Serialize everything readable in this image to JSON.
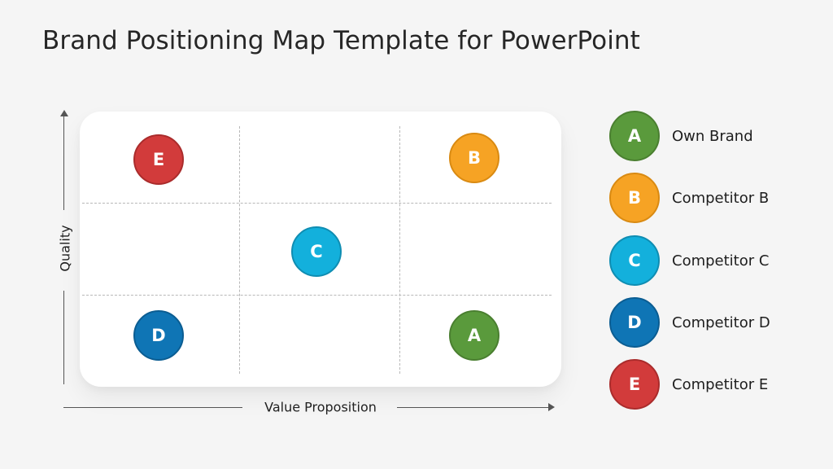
{
  "title": "Brand Positioning Map Template for PowerPoint",
  "axes": {
    "x_label": "Value Proposition",
    "y_label": "Quality"
  },
  "brands": [
    {
      "letter": "A",
      "name": "Own Brand",
      "color": "#5a9a3c",
      "border": "#4a7f30",
      "grid_col": 3,
      "grid_row": 3
    },
    {
      "letter": "B",
      "name": "Competitor B",
      "color": "#f6a324",
      "border": "#d98a12",
      "grid_col": 3,
      "grid_row": 1
    },
    {
      "letter": "C",
      "name": "Competitor C",
      "color": "#13b0dc",
      "border": "#0f8db2",
      "grid_col": 2,
      "grid_row": 2
    },
    {
      "letter": "D",
      "name": "Competitor D",
      "color": "#0f75b5",
      "border": "#0b5d92",
      "grid_col": 1,
      "grid_row": 3
    },
    {
      "letter": "E",
      "name": "Competitor E",
      "color": "#d23b3b",
      "border": "#aa2c2c",
      "grid_col": 1,
      "grid_row": 1
    }
  ],
  "grid": {
    "columns": 3,
    "rows": 3
  }
}
